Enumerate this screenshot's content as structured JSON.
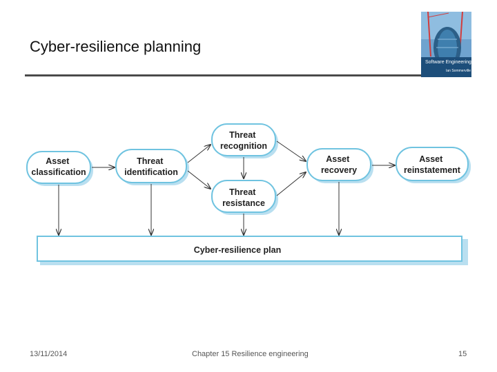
{
  "slide": {
    "title": "Cyber-resilience planning",
    "footer_date": "13/11/2014",
    "footer_chapter": "Chapter 15 Resilience engineering",
    "footer_page": "15"
  },
  "cover": {
    "title": "Software Engineering",
    "author": "Ian Sommerville"
  },
  "diagram": {
    "nodes": {
      "asset_classification": [
        "Asset",
        "classification"
      ],
      "threat_identification": [
        "Threat",
        "identification"
      ],
      "threat_recognition": [
        "Threat",
        "recognition"
      ],
      "threat_resistance": [
        "Threat",
        "resistance"
      ],
      "asset_recovery": [
        "Asset",
        "recovery"
      ],
      "asset_reinstatement": [
        "Asset",
        "reinstatement"
      ]
    },
    "plan_label": "Cyber-resilience plan"
  },
  "colors": {
    "node_border": "#6fc3e0",
    "node_shadow": "#b9dff0",
    "arrow": "#333333",
    "rule": "#4a4a4a"
  }
}
